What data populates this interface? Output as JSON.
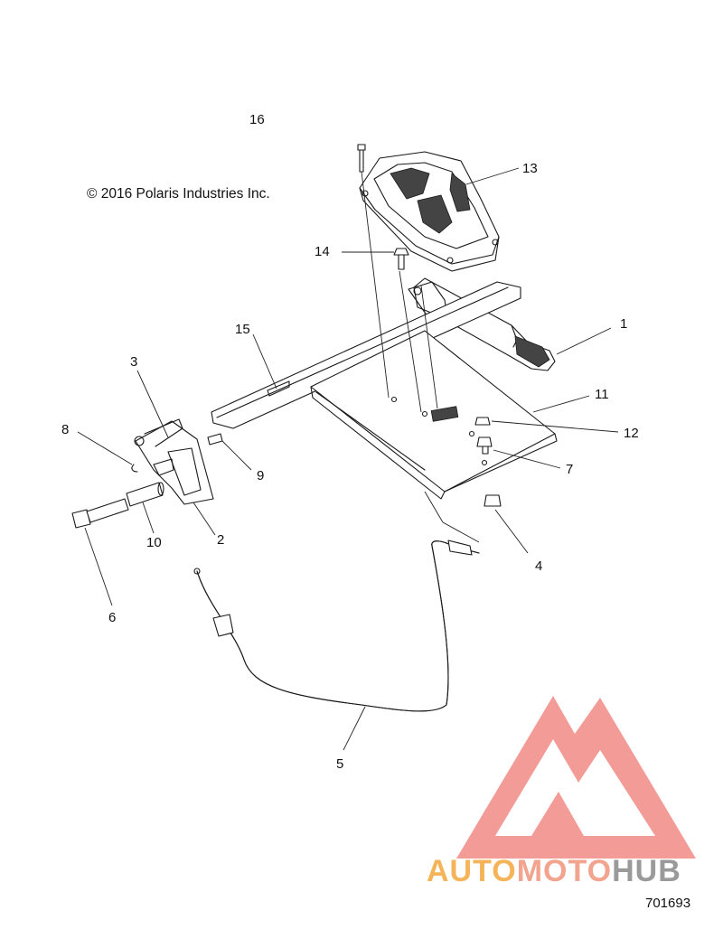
{
  "copyright": "© 2016 Polaris Industries Inc.",
  "doc_number": "701693",
  "callouts": {
    "c1": "1",
    "c2": "2",
    "c3": "3",
    "c4": "4",
    "c5": "5",
    "c6": "6",
    "c7": "7",
    "c8": "8",
    "c9": "9",
    "c10": "10",
    "c11": "11",
    "c12": "12",
    "c13": "13",
    "c14": "14",
    "c15": "15",
    "c16": "16"
  },
  "watermark": {
    "part1": "AUTO",
    "part2": "MOTO",
    "part3": "HUB",
    "color_part1": "#f6b45a",
    "color_part2": "#f3a48f",
    "color_part3": "#9a9a9a",
    "triangle_color": "#f28b86"
  }
}
